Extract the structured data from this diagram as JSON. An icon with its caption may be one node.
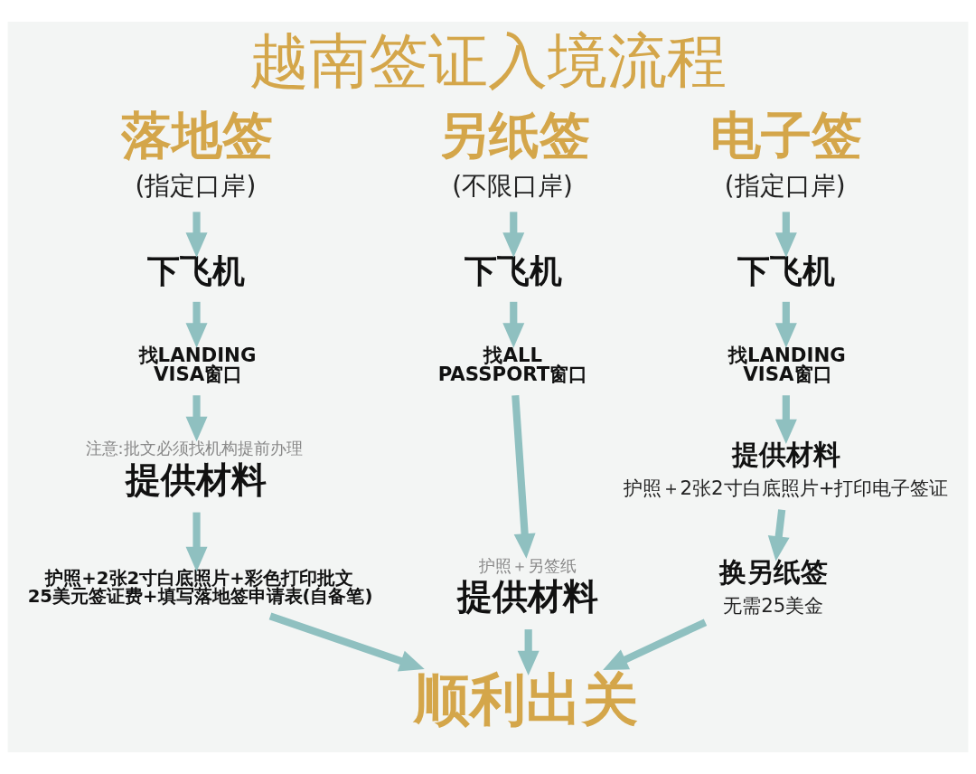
{
  "diagram": {
    "title": "越南签证入境流程",
    "nodes": [
      {
        "text": [
          "落地签",
          "(指定口岸)"
        ]
      },
      {
        "text": [
          "下飞机"
        ]
      },
      {
        "text": [
          "找LANDING VISA窗口"
        ]
      },
      {
        "text": [
          "提供材料"
        ],
        "beside": [
          "注意:批文必须找机构提前办理"
        ]
      },
      {
        "text": [
          "护照+2张2寸白底照片+彩色打印批文 25美元签证费+填写落地签申请表(自备笔)"
        ]
      },
      {
        "text": [
          "另纸签",
          "(不限口岸)"
        ]
      },
      {
        "text": [
          "下飞机"
        ]
      },
      {
        "text": [
          "找ALL PASSPORT窗口"
        ]
      },
      {
        "text": [
          "提供材料"
        ],
        "beside": [
          "护照＋另签纸"
        ]
      },
      {
        "text": [
          "电子签",
          "(指定口岸)"
        ]
      },
      {
        "text": [
          "下飞机"
        ]
      },
      {
        "text": [
          "找LANDING VISA窗口"
        ]
      },
      {
        "text": [
          "提供材料",
          "护照＋2张2寸白底照片+打印电子签证"
        ]
      },
      {
        "text": [
          "换另纸签",
          "无需25美金"
        ]
      },
      {
        "text": [
          "顺利出关"
        ]
      }
    ],
    "edges": [
      {
        "from": 0,
        "to": 1,
        "arrow": "to"
      },
      {
        "from": 1,
        "to": 2,
        "arrow": "to"
      },
      {
        "from": 2,
        "to": 3,
        "arrow": "to"
      },
      {
        "from": 3,
        "to": 4,
        "arrow": "to"
      },
      {
        "from": 4,
        "to": 14,
        "arrow": "to"
      },
      {
        "from": 5,
        "to": 6,
        "arrow": "to"
      },
      {
        "from": 6,
        "to": 7,
        "arrow": "to"
      },
      {
        "from": 7,
        "to": 8,
        "arrow": "to"
      },
      {
        "from": 8,
        "to": 14,
        "arrow": "to"
      },
      {
        "from": 9,
        "to": 10,
        "arrow": "to"
      },
      {
        "from": 10,
        "to": 11,
        "arrow": "to"
      },
      {
        "from": 11,
        "to": 12,
        "arrow": "to"
      },
      {
        "from": 12,
        "to": 13,
        "arrow": "to"
      },
      {
        "from": 13,
        "to": 14,
        "arrow": "to"
      }
    ]
  }
}
